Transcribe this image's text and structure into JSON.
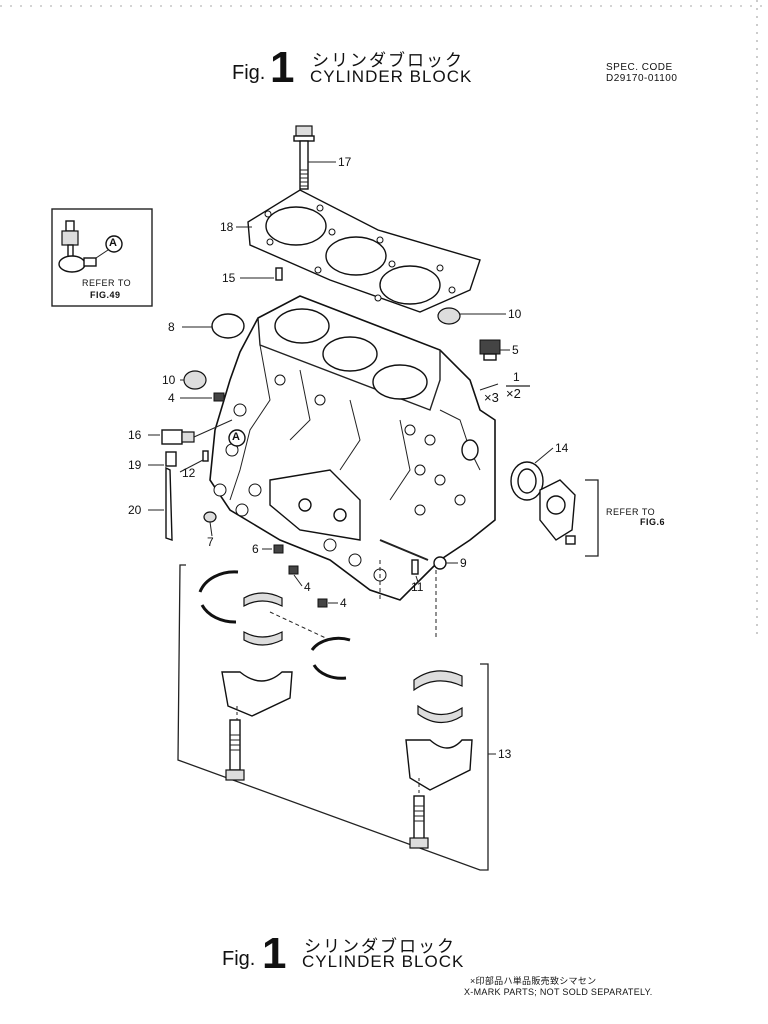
{
  "header": {
    "fig_word": "Fig.",
    "fig_number": "1",
    "title_jp": "シリンダブロック",
    "title_en": "CYLINDER BLOCK",
    "spec_label": "SPEC. CODE",
    "spec_code": "D29170-01100"
  },
  "inset": {
    "marker": "A",
    "refer_label": "REFER TO",
    "refer_fig": "FIG.49"
  },
  "block_marker": "A",
  "refer_right": {
    "refer_label": "REFER TO",
    "refer_fig": "FIG.6"
  },
  "multiplier": {
    "x3": "×3",
    "one": "1",
    "x2": "×2"
  },
  "callouts": {
    "c1": "1",
    "c4a": "4",
    "c4b": "4",
    "c4c": "4",
    "c5": "5",
    "c6": "6",
    "c7": "7",
    "c8": "8",
    "c9": "9",
    "c10a": "10",
    "c10b": "10",
    "c11": "11",
    "c12": "12",
    "c13": "13",
    "c14": "14",
    "c15": "15",
    "c16": "16",
    "c17": "17",
    "c18": "18",
    "c19": "19",
    "c20": "20"
  },
  "footer": {
    "fig_word": "Fig.",
    "fig_number": "1",
    "title_jp": "シリンダブロック",
    "title_en": "CYLINDER BLOCK",
    "note_jp": "×印部品ハ単品販売致シマセン",
    "note_en": "X-MARK PARTS; NOT SOLD SEPARATELY."
  }
}
